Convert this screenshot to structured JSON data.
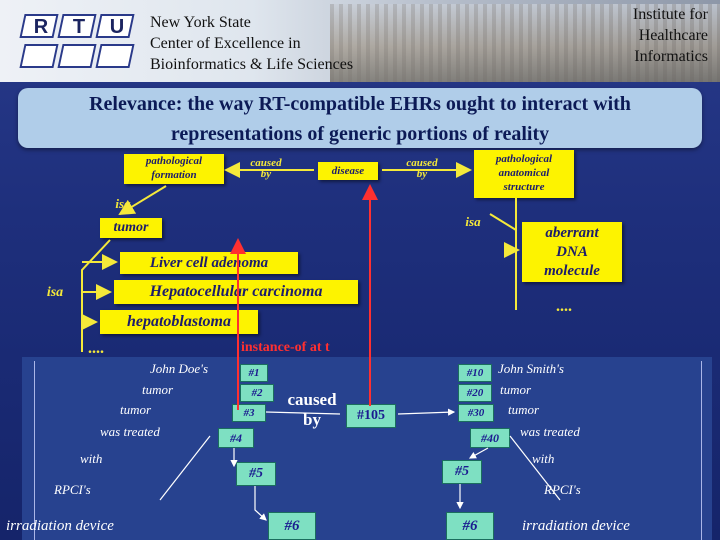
{
  "header": {
    "logo_letters": [
      "R",
      "T",
      "U"
    ],
    "institution_left": [
      "New York State",
      "Center of Excellence in",
      "Bioinformatics & Life Sciences"
    ],
    "institution_right": [
      "Institute for",
      "Healthcare",
      "Informatics"
    ]
  },
  "title": [
    "Relevance: the way RT-compatible EHRs ought to interact with",
    "representations of generic portions of reality"
  ],
  "ontology": {
    "pathological_formation": [
      "pathological",
      "formation"
    ],
    "disease": "disease",
    "pathological_structure": [
      "pathological",
      "anatomical",
      "structure"
    ],
    "caused_by_1": [
      "caused",
      "by"
    ],
    "caused_by_2": [
      "caused",
      "by"
    ],
    "isa_top": "isa",
    "isa_left": "isa",
    "isa_right": "isa",
    "tumor": "tumor",
    "liver_adenoma": "Liver cell adenoma",
    "hcc": "Hepatocellular carcinoma",
    "hepatoblastoma": "hepatoblastoma",
    "dots_left": "....",
    "aberrant": [
      "aberrant",
      "DNA",
      "molecule"
    ],
    "dots_right": "...."
  },
  "instance_label": "instance-of at t",
  "ehr": {
    "left_patient": "John Doe's",
    "right_patient": "John Smith's",
    "left_labels": [
      "tumor",
      "tumor",
      "was treated",
      "with",
      "RPCI's",
      "irradiation device"
    ],
    "right_labels": [
      "tumor",
      "tumor",
      "was treated",
      "with",
      "RPCI's",
      "irradiation device"
    ],
    "left_ids": [
      "#1",
      "#2",
      "#3",
      "#4",
      "#5",
      "#6"
    ],
    "right_ids": [
      "#10",
      "#20",
      "#30",
      "#40",
      "#5",
      "#6"
    ],
    "caused_by": [
      "caused",
      "by"
    ],
    "center_id": "#105"
  }
}
